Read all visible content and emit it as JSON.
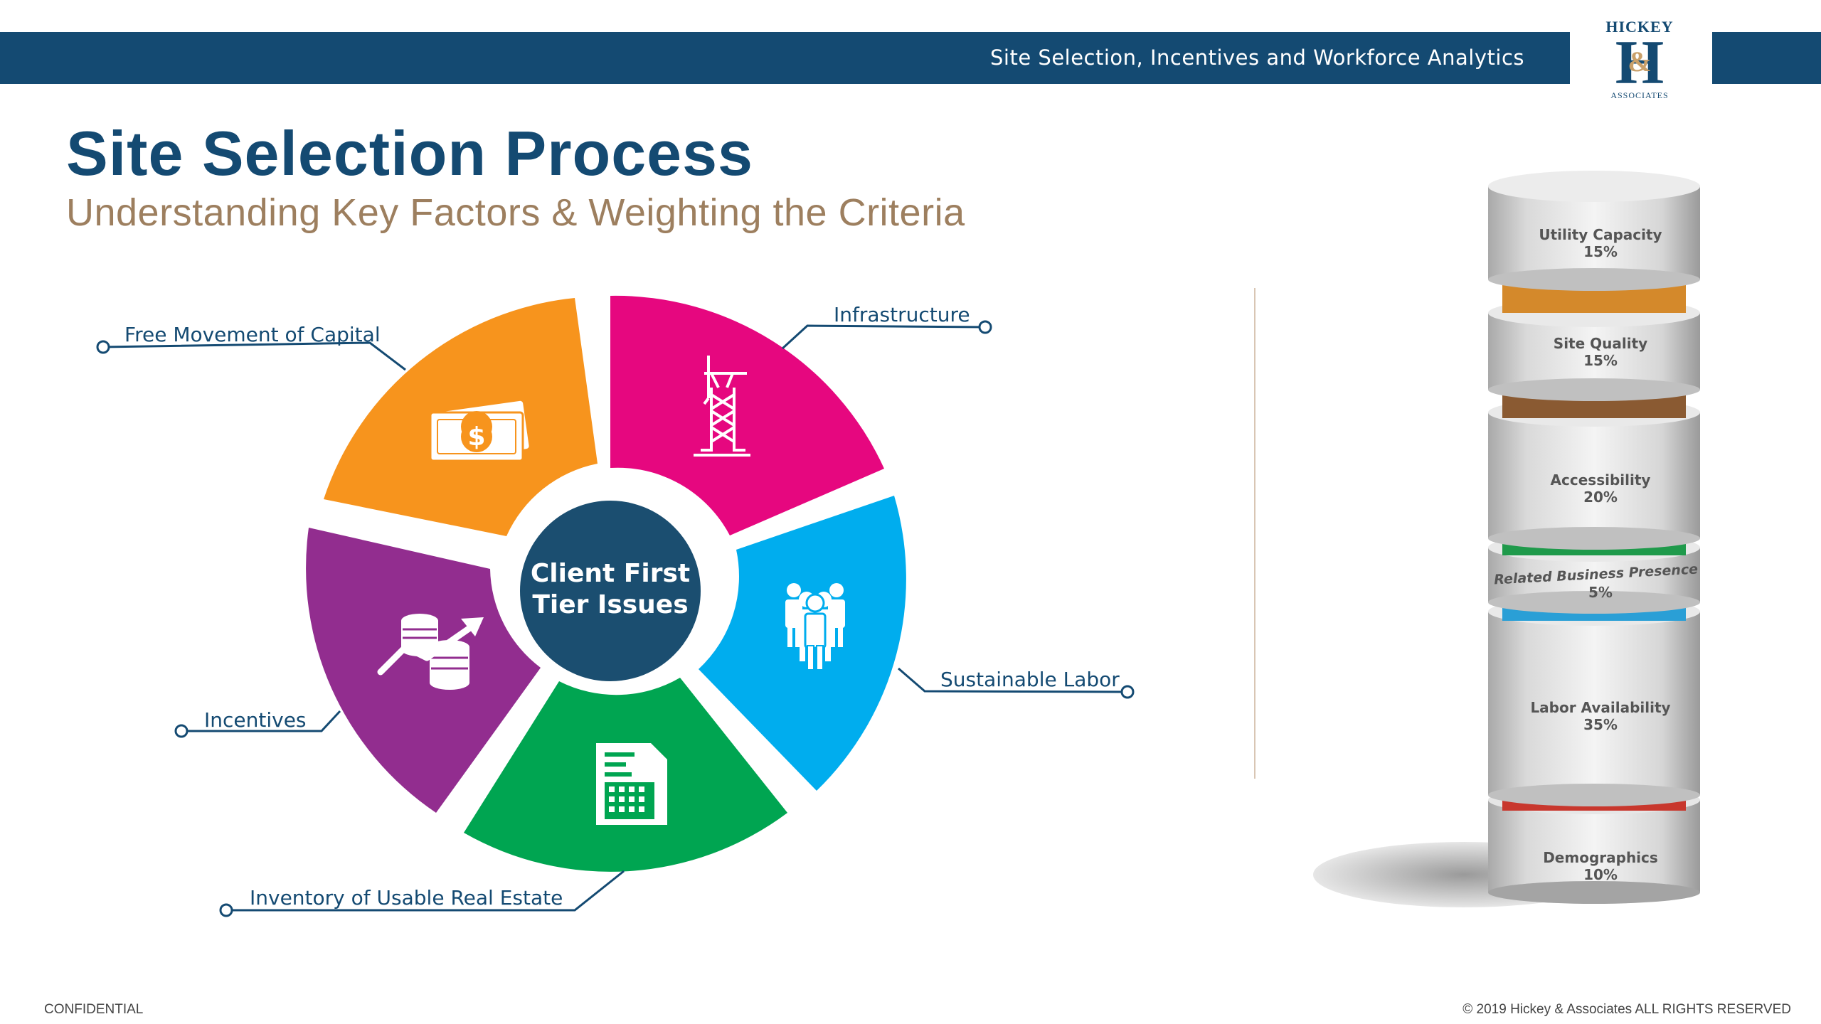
{
  "header": {
    "tagline": "Site Selection, Incentives and Workforce Analytics",
    "logo_top": "HICKEY",
    "logo_mark": "H",
    "logo_amp": "&",
    "logo_bottom": "ASSOCIATES"
  },
  "title": "Site Selection Process",
  "subtitle": "Understanding Key Factors & Weighting the Criteria",
  "wheel": {
    "center_line1": "Client First",
    "center_line2": "Tier Issues",
    "segments": [
      {
        "label": "Infrastructure",
        "color": "#e6077f",
        "icon": "crane-tower-icon"
      },
      {
        "label": "Sustainable Labor",
        "color": "#00adee",
        "icon": "workforce-people-icon"
      },
      {
        "label": "Inventory of Usable Real Estate",
        "color": "#00a551",
        "icon": "building-document-icon"
      },
      {
        "label": "Incentives",
        "color": "#922d8f",
        "icon": "coins-growth-icon"
      },
      {
        "label": "Free Movement of Capital",
        "color": "#f7941d",
        "icon": "dollar-bill-icon"
      }
    ],
    "center_color": "#1b4e70"
  },
  "stack": {
    "layers": [
      {
        "name": "Utility Capacity",
        "percent": "15%",
        "ring_color": "#d4892b"
      },
      {
        "name": "Site Quality",
        "percent": "15%",
        "ring_color": "#8a5a32"
      },
      {
        "name": "Accessibility",
        "percent": "20%",
        "ring_color": "#1f9a4b"
      },
      {
        "name": "Related Business Presence",
        "percent": "5%",
        "ring_color": "#2a9fd6"
      },
      {
        "name": "Labor Availability",
        "percent": "35%",
        "ring_color": "#c8372d"
      },
      {
        "name": "Demographics",
        "percent": "10%",
        "ring_color": ""
      }
    ]
  },
  "footer": {
    "left": "CONFIDENTIAL",
    "right": "© 2019 Hickey & Associates  ALL RIGHTS RESERVED"
  }
}
